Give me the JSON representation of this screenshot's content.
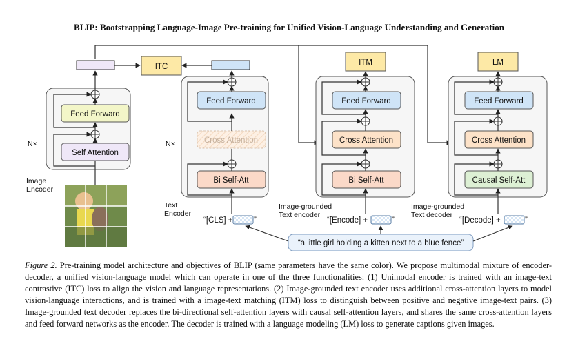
{
  "title": "BLIP: Bootstrapping Language-Image Pre-training for Unified Vision-Language Understanding and Generation",
  "figure": {
    "encoder_blocks": {
      "feed_forward": "Feed Forward",
      "self_attention": "Self Attention"
    },
    "text_blocks": {
      "feed_forward": "Feed Forward",
      "cross_attention": "Cross Attention",
      "bi_self_att": "Bi Self-Att",
      "causal_self_att": "Causal Self-Att"
    },
    "nx": "N×",
    "losses": {
      "itc": "ITC",
      "itm": "ITM",
      "lm": "LM"
    },
    "labels": {
      "image_encoder_1": "Image",
      "image_encoder_2": "Encoder",
      "text_encoder_1": "Text",
      "text_encoder_2": "Encoder",
      "grounded_encoder_1": "Image-grounded",
      "grounded_encoder_2": "Text encoder",
      "grounded_decoder_1": "Image-grounded",
      "grounded_decoder_2": "Text decoder"
    },
    "tokens": {
      "cls": "“[CLS] +",
      "encode": "“[Encode] +",
      "decode": "“[Decode] +",
      "close": "”"
    },
    "caption_text": "“a little girl holding a kitten next to a blue fence”"
  },
  "caption": {
    "label": "Figure 2.",
    "body": " Pre-training model architecture and objectives of BLIP (same parameters have the same color). We propose multimodal mixture of encoder-decoder, a unified vision-language model which can operate in one of the three functionalities: (1) Unimodal encoder is trained with an image-text contrastive (ITC) loss to align the vision and language representations. (2) Image-grounded text encoder uses additional cross-attention layers to model vision-language interactions, and is trained with a image-text matching (ITM) loss to distinguish between positive and negative image-text pairs. (3) Image-grounded text decoder replaces the bi-directional self-attention layers with causal self-attention layers, and shares the same cross-attention layers and feed forward networks as the encoder. The decoder is trained with a language modeling (LM) loss to generate captions given images."
  },
  "colors": {
    "feed_forward_encoder": "#f3f6c8",
    "self_attention": "#efe7f8",
    "feed_forward_text": "#cfe4f7",
    "cross_attention": "#fde2c8",
    "bi_self_att": "#fbd9c8",
    "causal_self_att": "#ddf0d4",
    "loss": "#fde9a6"
  }
}
